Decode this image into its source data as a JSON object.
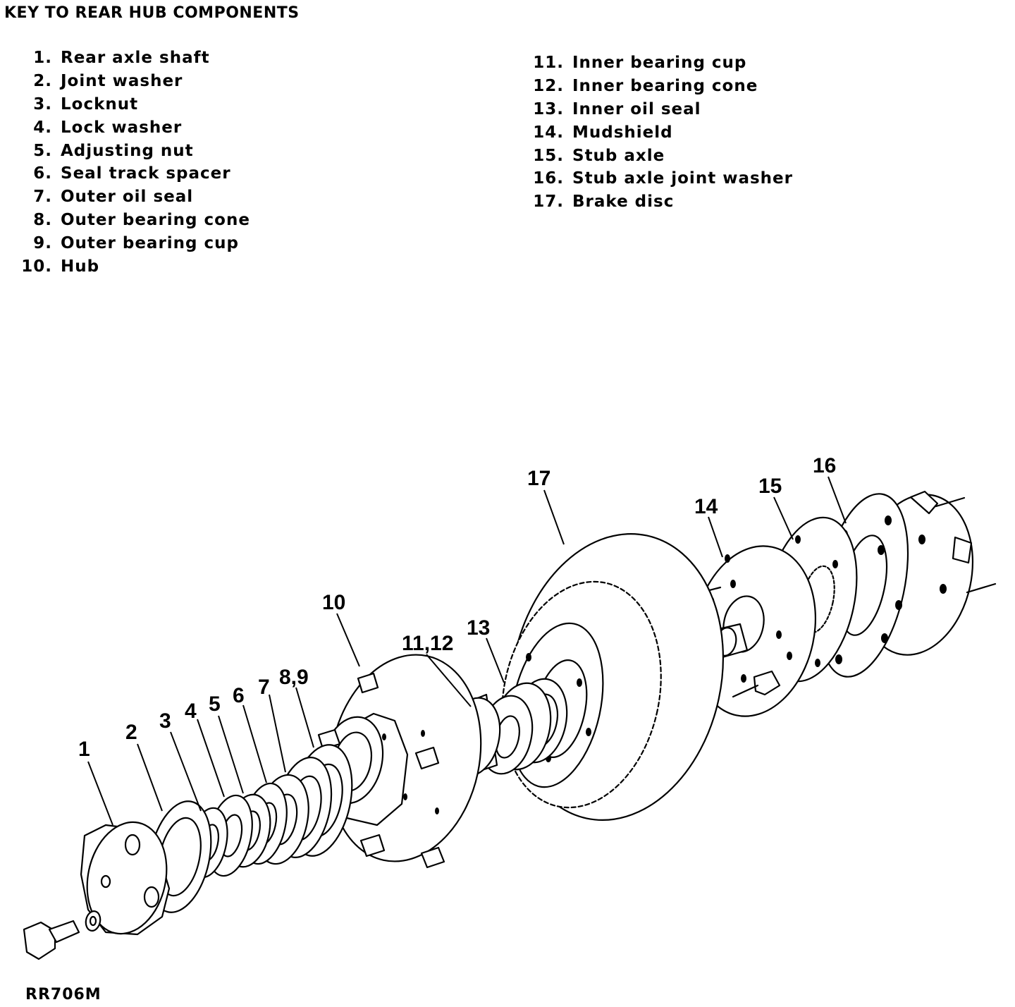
{
  "title": "KEY TO REAR HUB COMPONENTS",
  "key_left": [
    {
      "num": "1.",
      "label": "Rear axle shaft"
    },
    {
      "num": "2.",
      "label": "Joint washer"
    },
    {
      "num": "3.",
      "label": "Locknut"
    },
    {
      "num": "4.",
      "label": "Lock washer"
    },
    {
      "num": "5.",
      "label": "Adjusting nut"
    },
    {
      "num": "6.",
      "label": "Seal track spacer"
    },
    {
      "num": "7.",
      "label": "Outer oil seal"
    },
    {
      "num": "8.",
      "label": "Outer bearing cone"
    },
    {
      "num": "9.",
      "label": "Outer bearing cup"
    },
    {
      "num": "10.",
      "label": "Hub"
    }
  ],
  "key_right": [
    {
      "num": "11.",
      "label": "Inner bearing cup"
    },
    {
      "num": "12.",
      "label": "Inner bearing cone"
    },
    {
      "num": "13.",
      "label": "Inner oil seal"
    },
    {
      "num": "14.",
      "label": "Mudshield"
    },
    {
      "num": "15.",
      "label": "Stub axle"
    },
    {
      "num": "16.",
      "label": "Stub axle joint washer"
    },
    {
      "num": "17.",
      "label": "Brake disc"
    }
  ],
  "callouts": {
    "c1": "1",
    "c2": "2",
    "c3": "3",
    "c4": "4",
    "c5": "5",
    "c6": "6",
    "c7": "7",
    "c89": "8,9",
    "c10": "10",
    "c1112": "11,12",
    "c13": "13",
    "c14": "14",
    "c15": "15",
    "c16": "16",
    "c17": "17"
  },
  "figure_ref": "RR706M"
}
